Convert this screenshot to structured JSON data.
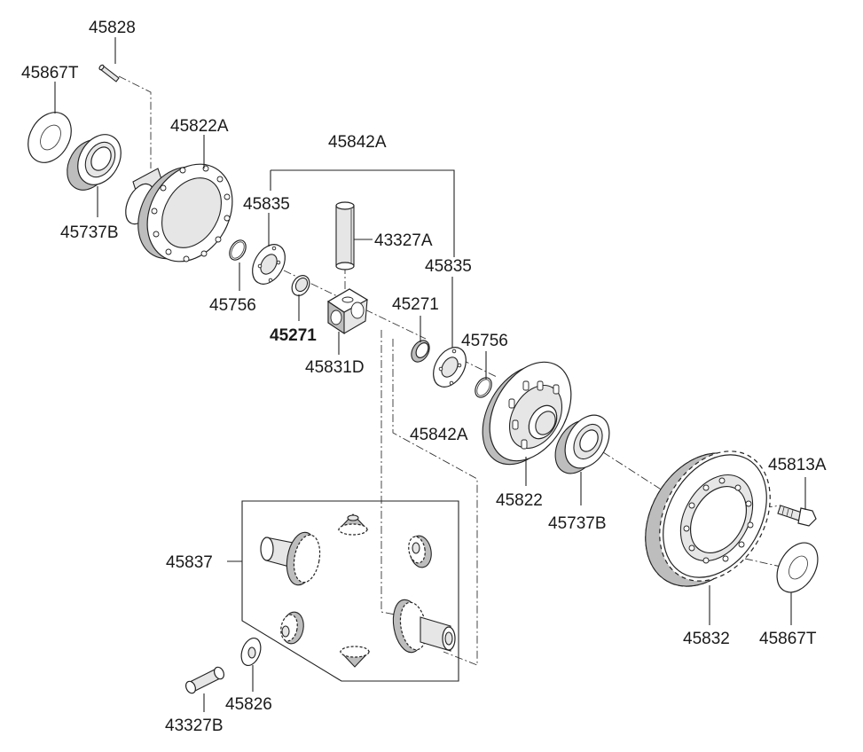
{
  "labels": {
    "p45828": "45828",
    "p45867t_top": "45867T",
    "p45822a": "45822A",
    "p45737b_left": "45737B",
    "p45842a_top": "45842A",
    "p45835_left": "45835",
    "p43327a": "43327A",
    "p45835_right": "45835",
    "p45756_left": "45756",
    "p45271_left": "45271",
    "p45271_right": "45271",
    "p45756_right": "45756",
    "p45831d": "45831D",
    "p45842a_mid": "45842A",
    "p45822": "45822",
    "p45737b_right": "45737B",
    "p45813a": "45813A",
    "p45837": "45837",
    "p45832": "45832",
    "p45867t_bottom": "45867T",
    "p45826": "45826",
    "p43327b": "43327B"
  }
}
